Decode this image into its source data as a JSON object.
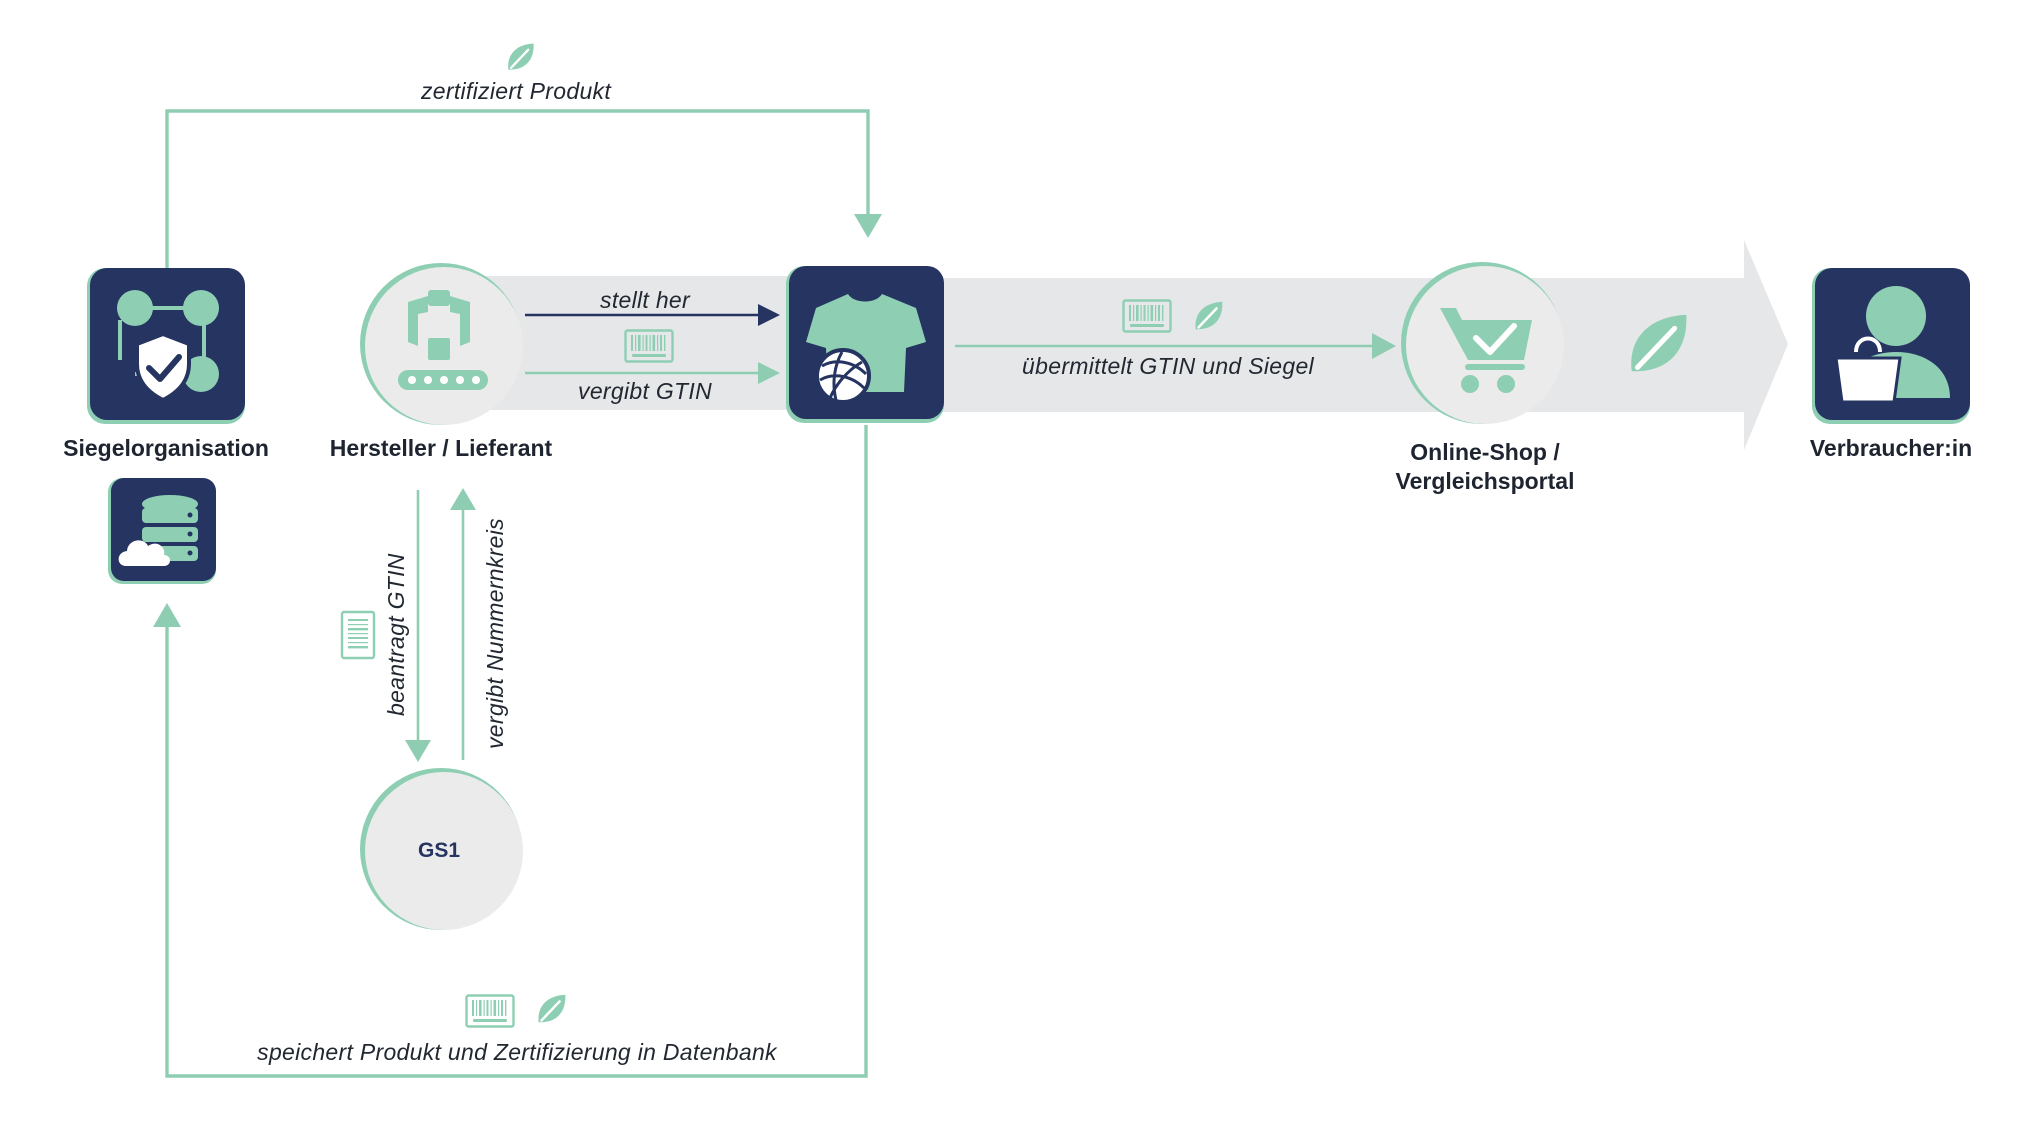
{
  "colors": {
    "navy": "#253461",
    "mint": "#8ecfb4",
    "mint_line": "#8fcdb3",
    "light_gray": "#e6e7e8",
    "circle_gray": "#ebebeb"
  },
  "nodes": {
    "siegelorganisation": {
      "label": "Siegelorganisation",
      "icon": "shield-network-icon"
    },
    "datenbank": {
      "icon": "database-cloud-icon"
    },
    "hersteller": {
      "label": "Hersteller / Lieferant",
      "icon": "factory-robot-icon"
    },
    "produkt": {
      "icon": "tshirt-yarn-icon"
    },
    "gs1": {
      "label": "GS1"
    },
    "onlineshop": {
      "label_line1": "Online-Shop /",
      "label_line2": "Vergleichsportal",
      "icon": "cart-check-icon"
    },
    "verbraucher": {
      "label": "Verbraucher:in",
      "icon": "person-bag-icon"
    }
  },
  "edges": {
    "zertifiziert": "zertifiziert Produkt",
    "stellt_her": "stellt her",
    "vergibt_gtin": "vergibt GTIN",
    "uebermittelt": "übermittelt GTIN und Siegel",
    "beantragt": "beantragt GTIN",
    "nummernkreis": "vergibt Nummernkreis",
    "speichert": "speichert Produkt und Zertifizierung in Datenbank"
  }
}
